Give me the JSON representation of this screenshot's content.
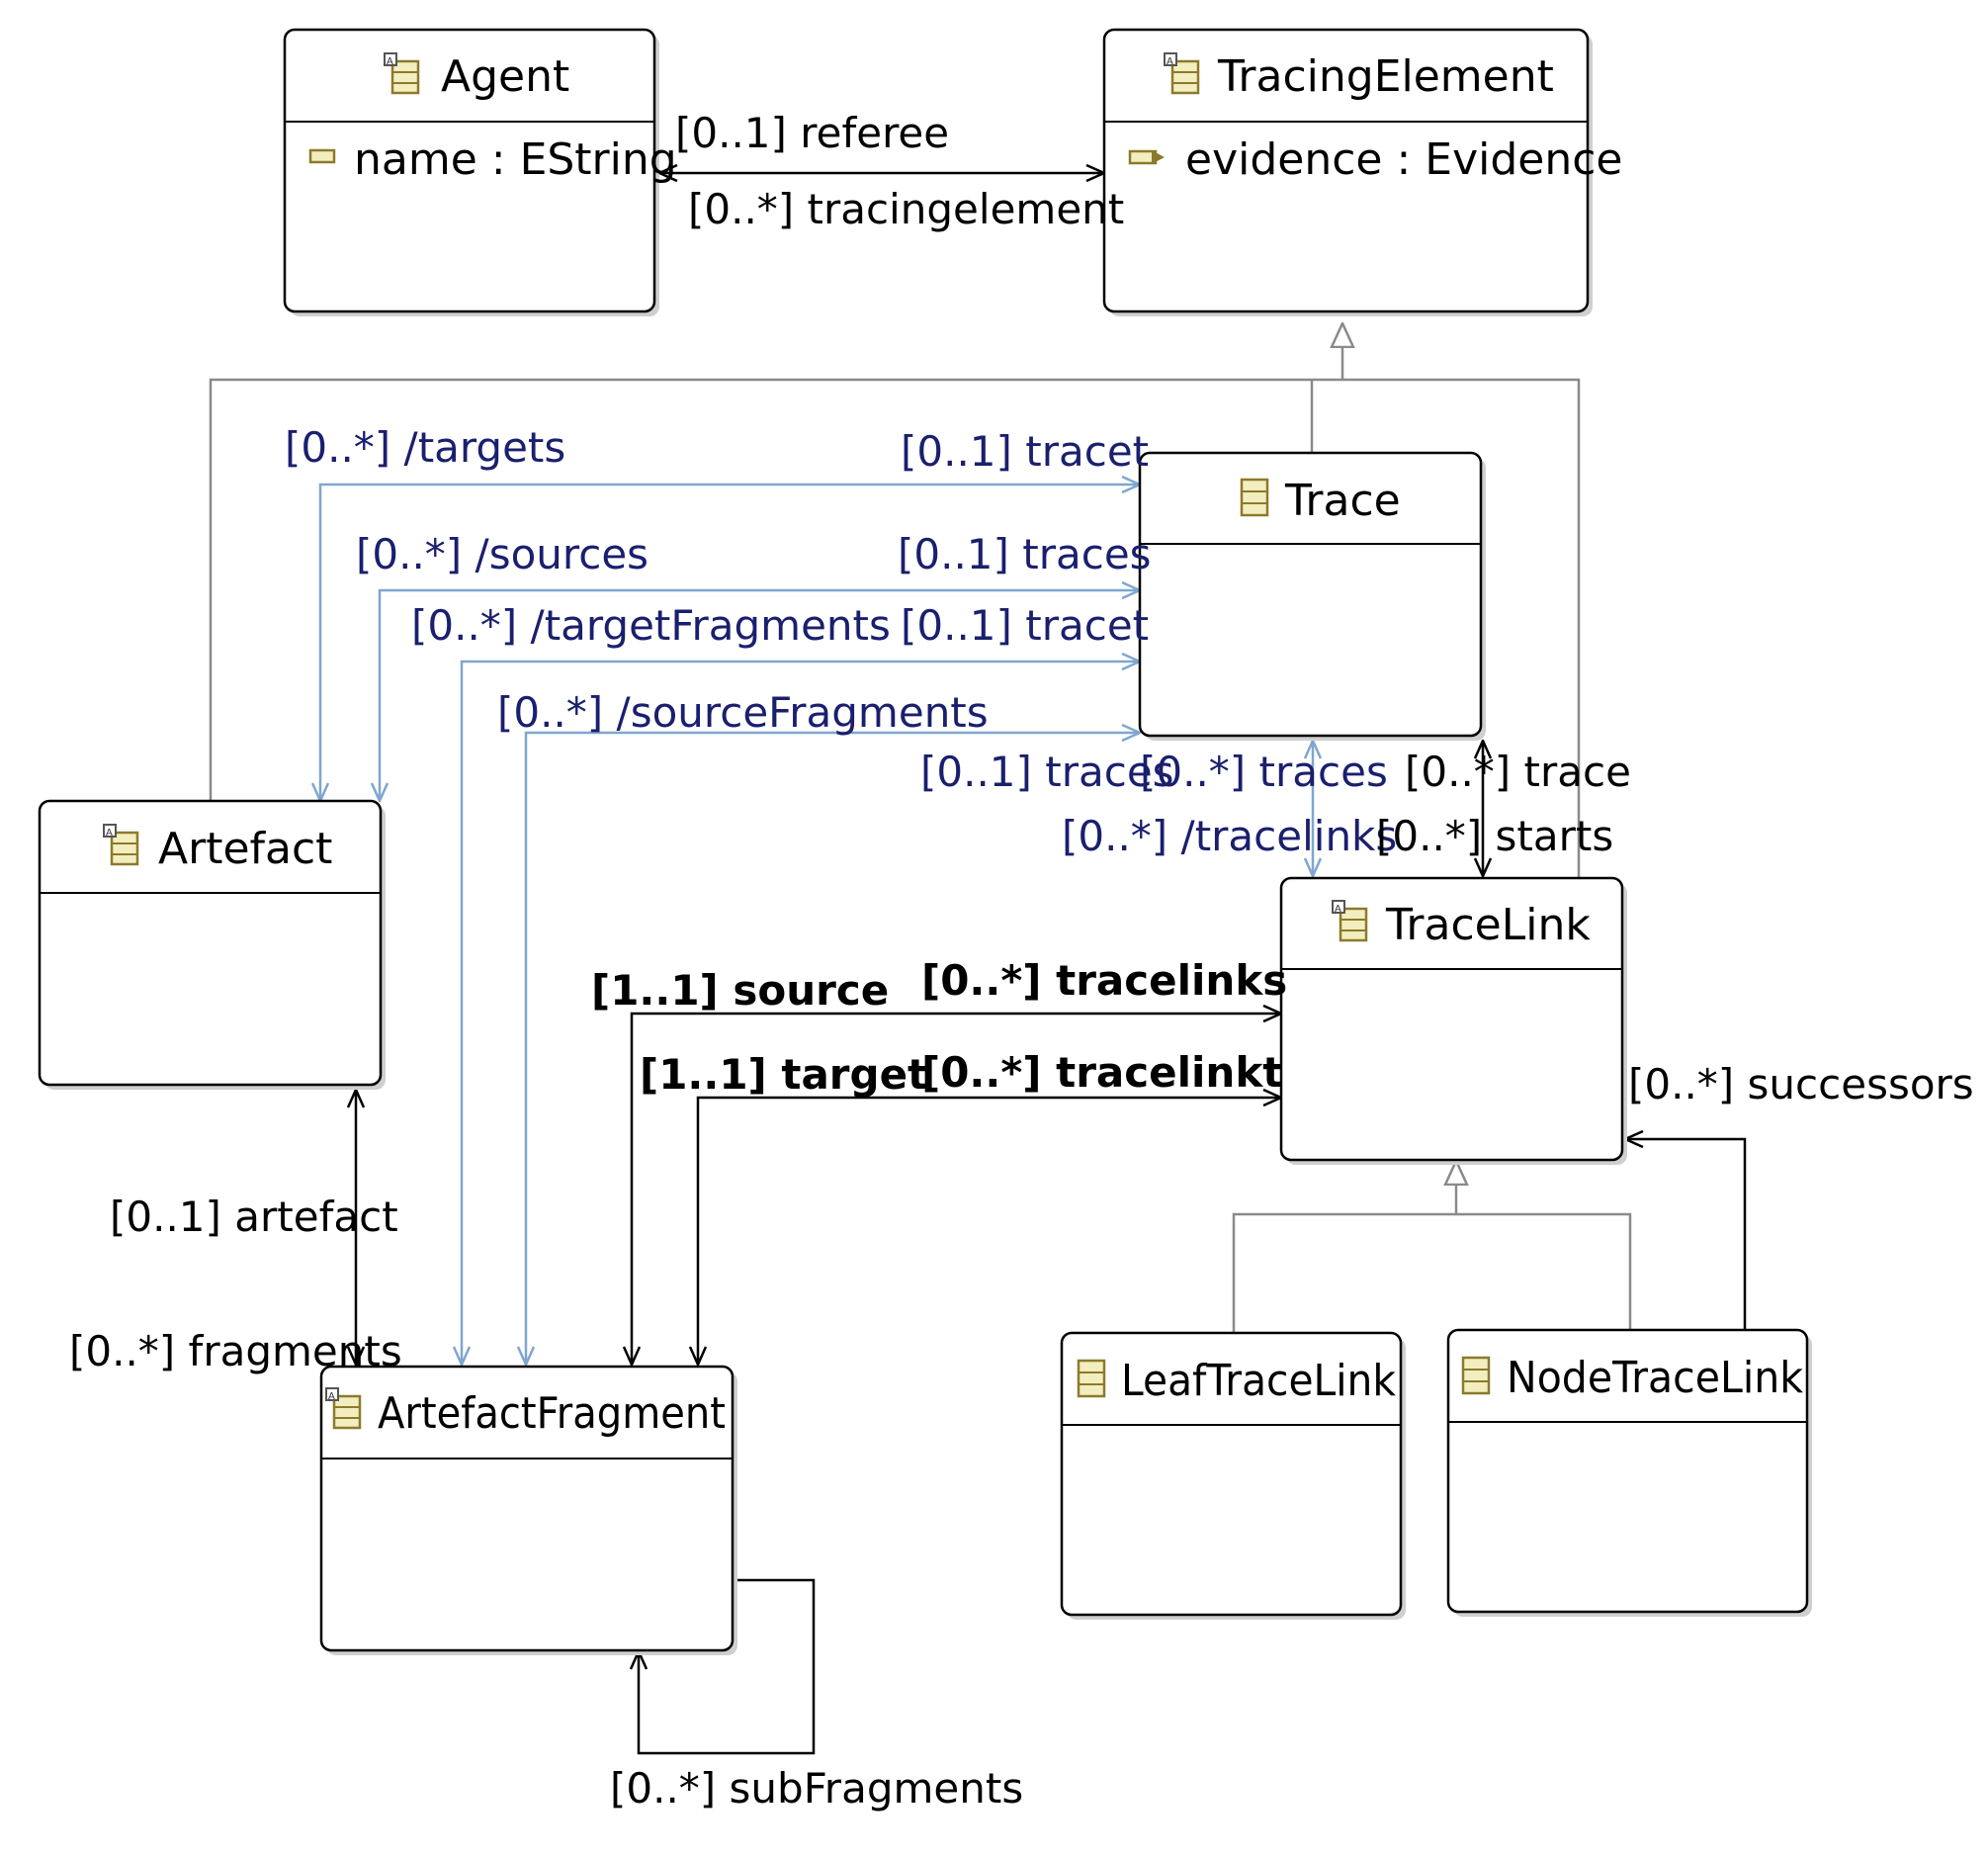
{
  "classes": {
    "agent": {
      "name": "Agent",
      "attribute": "name : EString"
    },
    "tracing_element": {
      "name": "TracingElement",
      "attribute": "evidence : Evidence"
    },
    "trace": {
      "name": "Trace"
    },
    "artefact": {
      "name": "Artefact"
    },
    "trace_link": {
      "name": "TraceLink"
    },
    "artefact_fragment": {
      "name": "ArtefactFragment"
    },
    "leaf_trace_link": {
      "name": "LeafTraceLink"
    },
    "node_trace_link": {
      "name": "NodeTraceLink"
    }
  },
  "labels": {
    "referee": "[0..1] referee",
    "tracingelement": "[0..*] tracingelement",
    "targets": "[0..*] /targets",
    "tracet_1": "[0..1] tracet",
    "sources": "[0..*] /sources",
    "traces_1": "[0..1] traces",
    "target_fragments": "[0..*] /targetFragments",
    "tracet_2": "[0..1] tracet",
    "source_fragments": "[0..*] /sourceFragments",
    "traces_2": "[0..1] traces",
    "traces_many": "[0..*] traces",
    "trace": "[0..*] trace",
    "tracelinks_derived": "[0..*] /tracelinks",
    "starts": "[0..*] starts",
    "source": "[1..1] source",
    "tracelinks": "[0..*] tracelinks",
    "target": "[1..1] target",
    "tracelinkt": "[0..*] tracelinkt",
    "successors": "[0..*] successors",
    "artefact": "[0..1] artefact",
    "fragments": "[0..*] fragments",
    "sub_fragments": "[0..*] subFragments"
  },
  "colors": {
    "derived_reference": "#7fa6cf",
    "derived_label": "#1a1f6e",
    "generalization": "#8a8a8a",
    "icon_fill": "#f3eebf",
    "icon_stroke": "#8c7a2c"
  },
  "icons": {
    "class": "eclass-icon",
    "abstract_class": "abstract-eclass-icon",
    "attribute": "eattribute-icon",
    "reference": "ereference-icon"
  }
}
